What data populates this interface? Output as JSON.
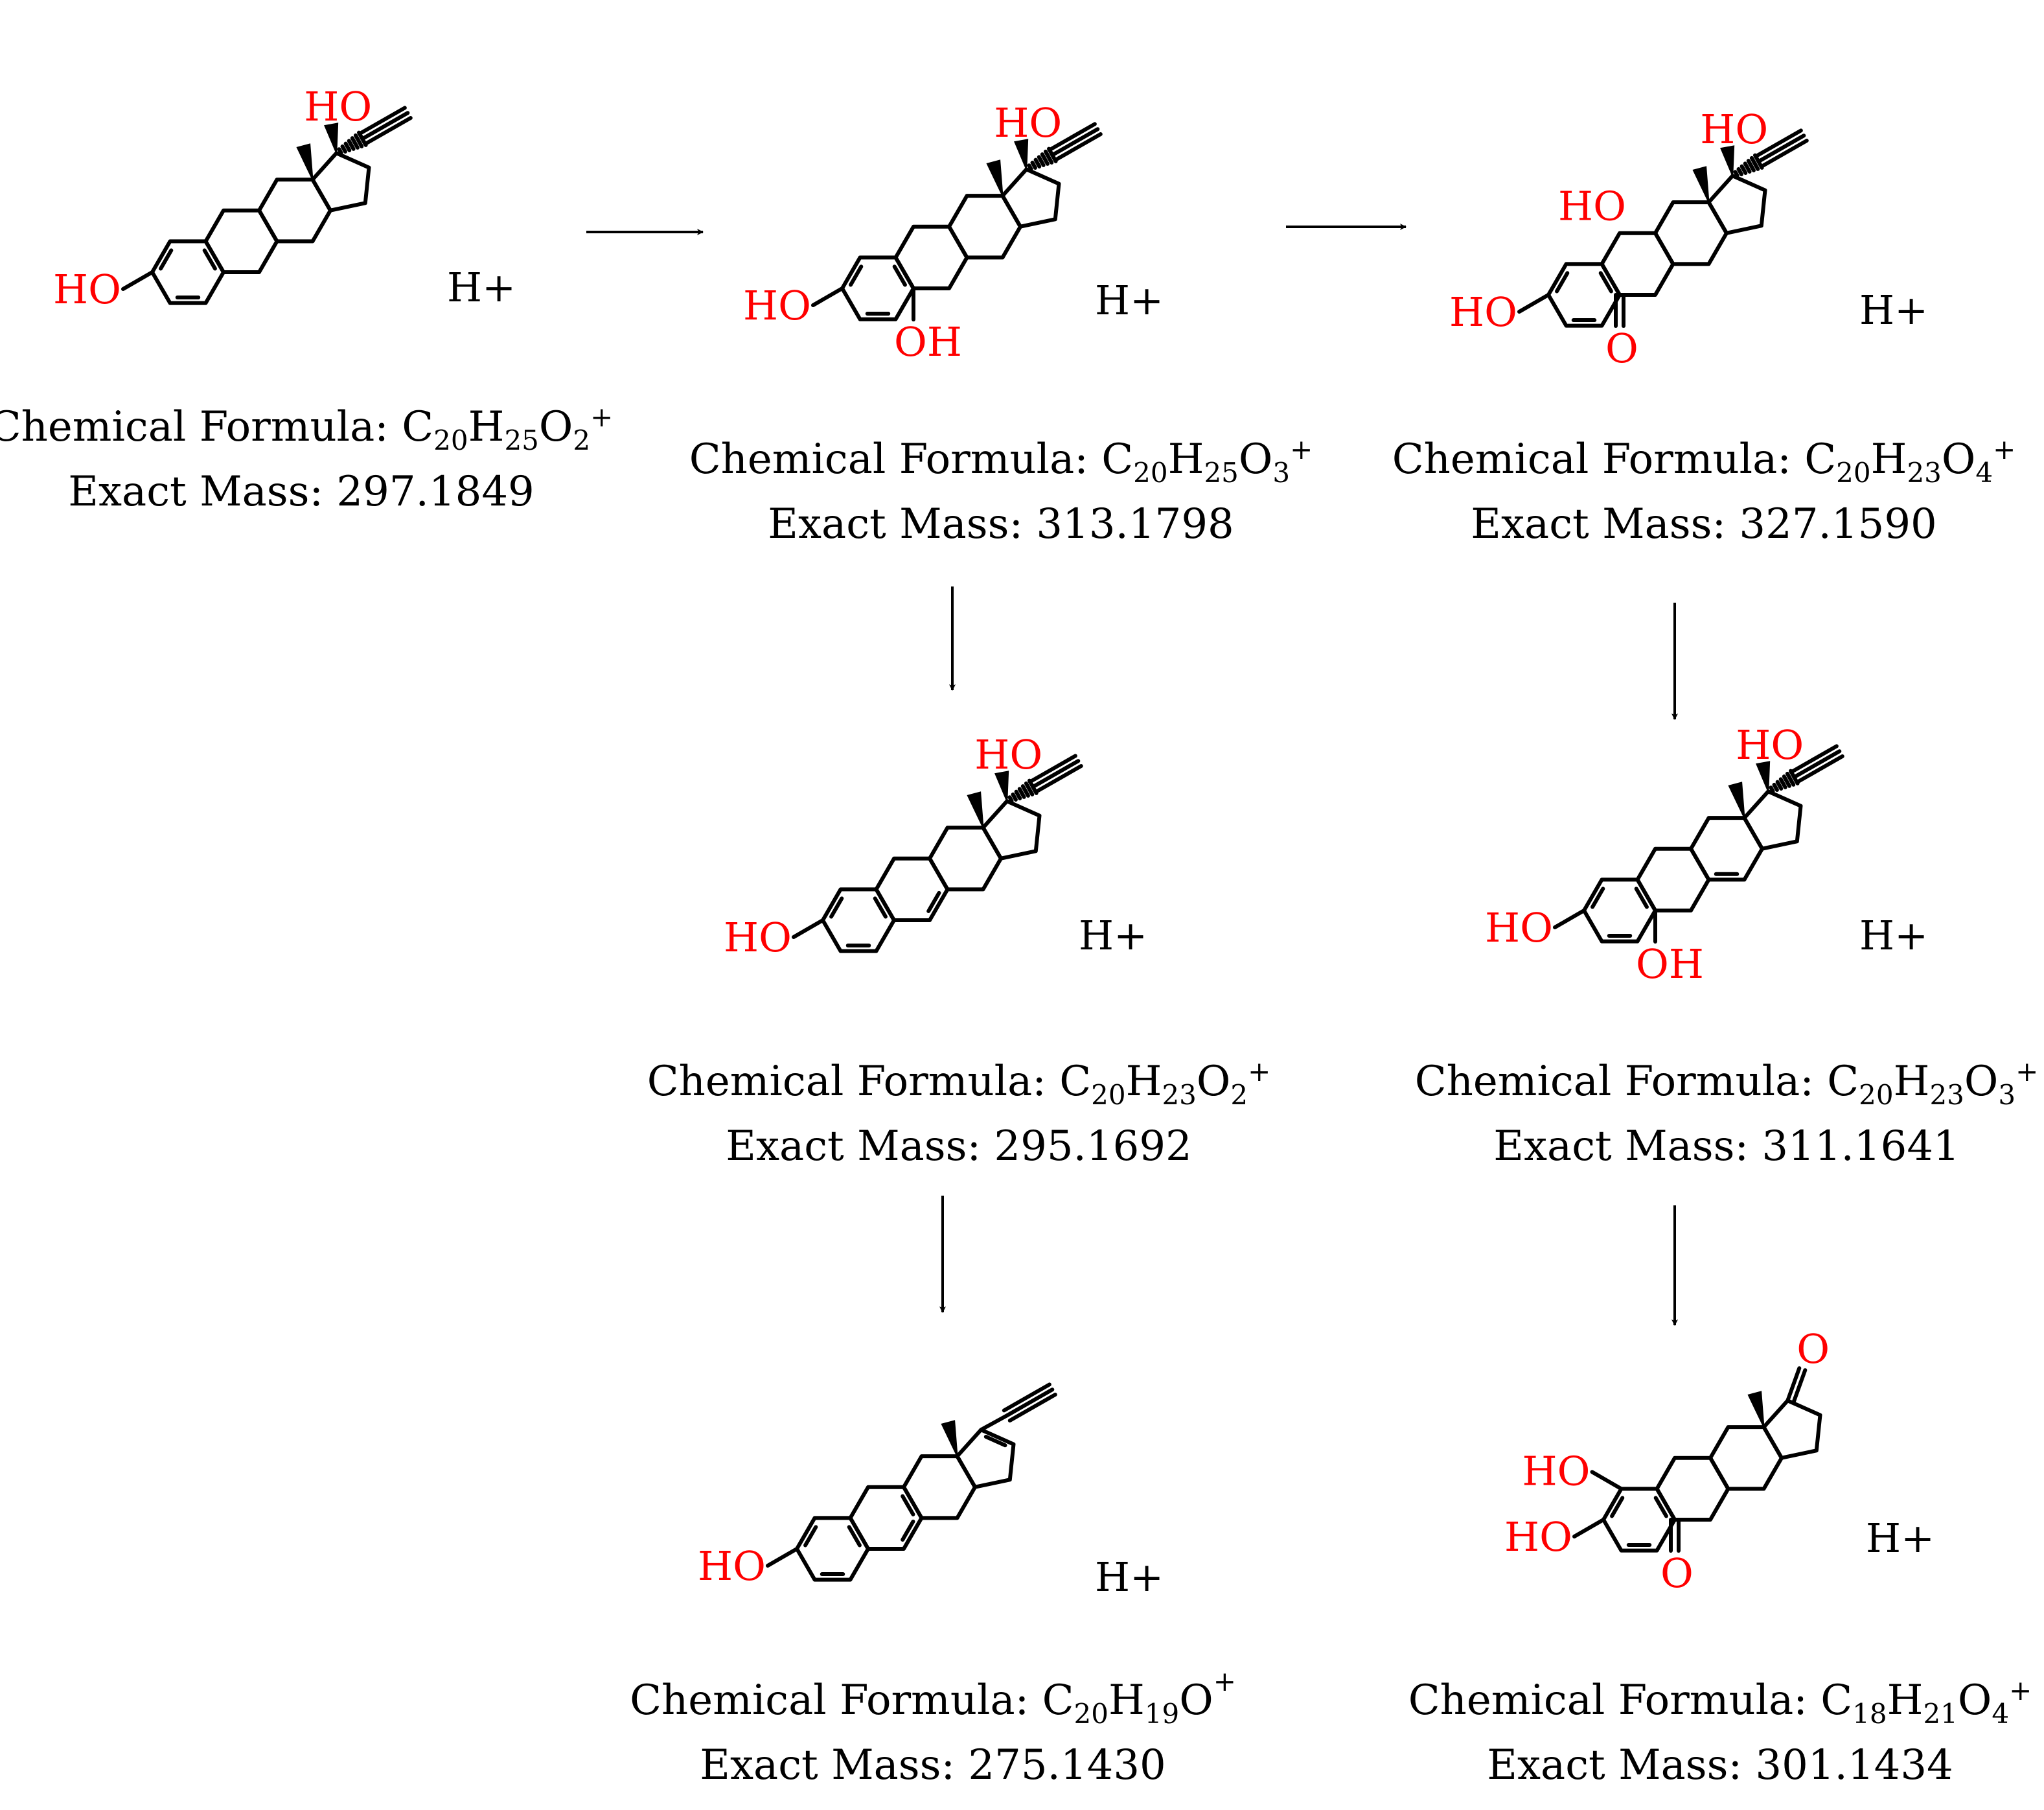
{
  "compounds": [
    {
      "id": "c1",
      "formula": {
        "el": [
          "C",
          "H",
          "O"
        ],
        "count": [
          "20",
          "25",
          "2"
        ],
        "charge": "+"
      },
      "formula_prefix": "Chemical Formula: ",
      "mass_prefix": "Exact Mass: ",
      "mass": "297.1849",
      "ion": "H+"
    },
    {
      "id": "c2",
      "formula": {
        "el": [
          "C",
          "H",
          "O"
        ],
        "count": [
          "20",
          "25",
          "3"
        ],
        "charge": "+"
      },
      "formula_prefix": "Chemical Formula: ",
      "mass_prefix": "Exact Mass: ",
      "mass": "313.1798",
      "ion": "H+"
    },
    {
      "id": "c3",
      "formula": {
        "el": [
          "C",
          "H",
          "O"
        ],
        "count": [
          "20",
          "23",
          "4"
        ],
        "charge": "+"
      },
      "formula_prefix": "Chemical Formula: ",
      "mass_prefix": "Exact Mass: ",
      "mass": "327.1590",
      "ion": "H+"
    },
    {
      "id": "c4",
      "formula": {
        "el": [
          "C",
          "H",
          "O"
        ],
        "count": [
          "20",
          "23",
          "2"
        ],
        "charge": "+"
      },
      "formula_prefix": "Chemical Formula: ",
      "mass_prefix": "Exact Mass: ",
      "mass": "295.1692",
      "ion": "H+"
    },
    {
      "id": "c5",
      "formula": {
        "el": [
          "C",
          "H",
          "O"
        ],
        "count": [
          "20",
          "23",
          "3"
        ],
        "charge": "+"
      },
      "formula_prefix": "Chemical Formula: ",
      "mass_prefix": "Exact Mass: ",
      "mass": "311.1641",
      "ion": "H+"
    },
    {
      "id": "c6",
      "formula": {
        "el": [
          "C",
          "H",
          "O"
        ],
        "count": [
          "20",
          "19",
          ""
        ],
        "charge": "+"
      },
      "formula_prefix": "Chemical Formula: ",
      "mass_prefix": "Exact Mass: ",
      "mass": "275.1430",
      "ion": "H+"
    },
    {
      "id": "c7",
      "formula": {
        "el": [
          "C",
          "H",
          "O"
        ],
        "count": [
          "18",
          "21",
          "4"
        ],
        "charge": "+"
      },
      "formula_prefix": "Chemical Formula: ",
      "mass_prefix": "Exact Mass: ",
      "mass": "301.1434",
      "ion": "H+"
    }
  ],
  "atom_labels": {
    "hydroxyl": "HO",
    "hydroxyl_right": "OH",
    "oxygen": "O"
  },
  "colors": {
    "heteroatom": "#ff0000",
    "bond": "#000000",
    "text": "#000000"
  }
}
